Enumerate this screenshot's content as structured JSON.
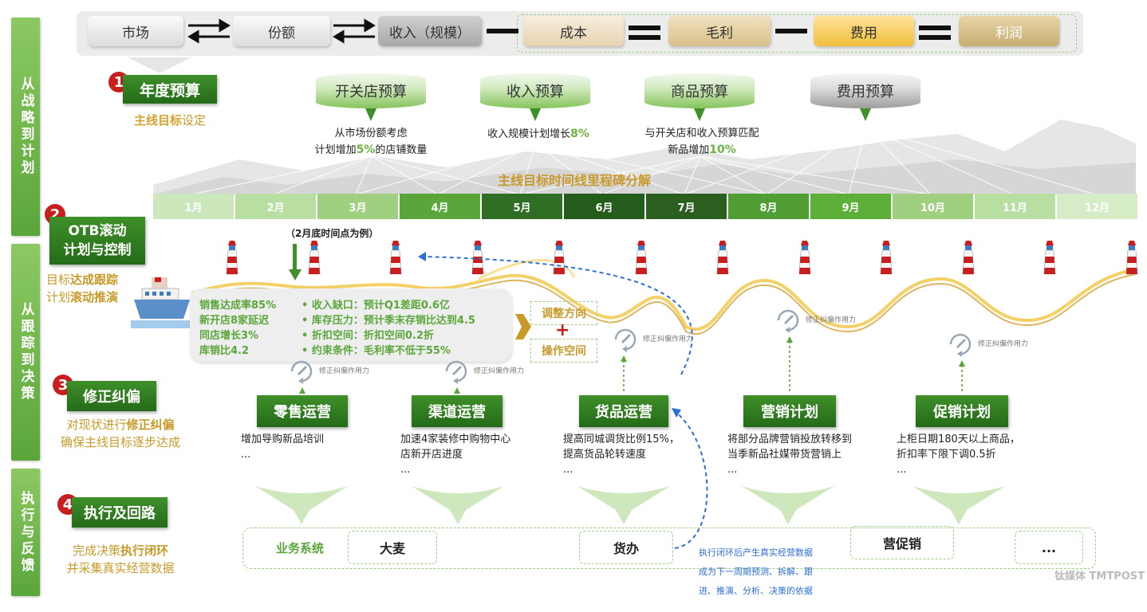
{
  "side_labels": [
    "从战略到计划",
    "从跟踪到决策",
    "执行与反馈"
  ],
  "top_chain": [
    "市场",
    "份额",
    "收入（规模）",
    "成本",
    "毛利",
    "费用",
    "利润"
  ],
  "step1": {
    "num": "1",
    "title": "年度预算",
    "sub_a": "主线目标",
    "sub_b": "设定",
    "budgets": [
      {
        "label": "开关店预算",
        "desc_line1": "从市场份额考虑",
        "desc_line2_pre": "计划增加",
        "desc_line2_hl": "5%",
        "desc_line2_post": "的店铺数量"
      },
      {
        "label": "收入预算",
        "desc_line1_pre": "收入规模计划增长",
        "desc_line1_hl": "8%"
      },
      {
        "label": "商品预算",
        "desc_line1": "与开关店和收入预算匹配",
        "desc_line2_pre": "新品增加",
        "desc_line2_hl": "10%"
      },
      {
        "label": "费用预算"
      }
    ]
  },
  "timeline": {
    "title": "主线目标时间线里程碑分解",
    "months": [
      "1月",
      "2月",
      "3月",
      "4月",
      "5月",
      "6月",
      "7月",
      "8月",
      "9月",
      "10月",
      "11月",
      "12月"
    ],
    "month_colors": [
      "#cde7bd",
      "#b9dea1",
      "#9fd07f",
      "#5aa63a",
      "#2f6e24",
      "#245c1c",
      "#2b5f20",
      "#4f9d33",
      "#5caf39",
      "#9fd07f",
      "#b9dea1",
      "#d5ecc6"
    ]
  },
  "step2": {
    "num": "2",
    "title_line1": "OTB滚动",
    "title_line2": "计划与控制",
    "sub_line1_pre": "目标",
    "sub_line1_hl": "达成跟踪",
    "sub_line2_pre": "计划",
    "sub_line2_hl": "滚动推演",
    "example_note": "（2月底时间点为例）",
    "metrics": [
      "销售达成率85%",
      "新开店8家延迟",
      "同店增长3%",
      "库销比4.2"
    ],
    "bullets": [
      "•  收入缺口：预计Q1差距0.6亿",
      "•  库存压力：预计季末存销比达到4.5",
      "•  折扣空间：折扣空间0.2折",
      "•  约束条件：毛利率不低于55%"
    ],
    "adjust": [
      "调整方向",
      "+",
      "操作空间"
    ]
  },
  "step3": {
    "num": "3",
    "title": "修正纠偏",
    "sub_line1_pre": "对现状进行",
    "sub_line1_hl": "修正纠偏",
    "sub_line2": "确保主线目标逐步达成",
    "correction_label": "修正纠偏作用力",
    "ops": [
      {
        "title": "零售运营",
        "lines": [
          "增加导购新品培训",
          "..."
        ]
      },
      {
        "title": "渠道运营",
        "lines": [
          "加速4家装修中购物中心",
          "店新开店进度",
          "..."
        ]
      },
      {
        "title": "货品运营",
        "lines": [
          "提高同城调货比例15%，",
          "提高货品轮转速度",
          "..."
        ]
      },
      {
        "title": "营销计划",
        "lines": [
          "将部分品牌营销投放转移到",
          "当季新品社媒带货营销上",
          "..."
        ]
      },
      {
        "title": "促销计划",
        "lines": [
          "上柜日期180天以上商品，",
          "折扣率下限下调0.5折",
          "..."
        ]
      }
    ]
  },
  "step4": {
    "num": "4",
    "title": "执行及回路",
    "sub_line1_pre": "完成决策",
    "sub_line1_hl": "执行闭环",
    "sub_line2": "并采集真实经营数据",
    "system_label": "业务系统",
    "systems": [
      "大麦",
      "货办",
      "营促销",
      "..."
    ],
    "feedback_lines": [
      "执行闭环后产生真实经营数据",
      "成为下一周期预测、拆解、跟",
      "进、推演、分析、决策的依据"
    ]
  },
  "watermark": "钛媒体 TMTPOST",
  "colors": {
    "accent_green": "#5aa63a",
    "dark_green": "#246b18",
    "gold": "#c89a2a",
    "red": "#c81e1e",
    "blue": "#2c6fd8"
  }
}
